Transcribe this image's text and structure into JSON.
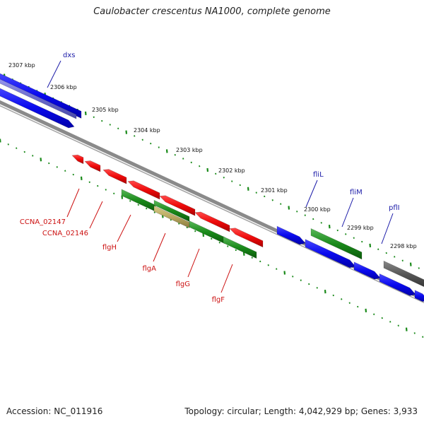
{
  "title": "Caulobacter crescentus NA1000, complete genome",
  "footer": {
    "accession": "Accession: NC_011916",
    "summary": "Topology: circular; Length: 4,042,929 bp; Genes: 3,933"
  },
  "colors": {
    "forward_cds": "#0a0aee",
    "reverse_cds": "#ee0a0a",
    "rna_operon": "#1a8a1a",
    "other": "#555555",
    "backbone": "#8a8a8a",
    "tick": "#1a8a1a",
    "forward_label": "#1a1aa8",
    "reverse_label": "#cc1111"
  },
  "ticks": [
    "2307 kbp",
    "2306 kbp",
    "2305 kbp",
    "2304 kbp",
    "2303 kbp",
    "2302 kbp",
    "2301 kbp",
    "2300 kbp",
    "2299 kbp",
    "2298 kbp"
  ],
  "forward_labels": [
    "dxs",
    "fliL",
    "fliM",
    "pflI"
  ],
  "reverse_labels": [
    "CCNA_02147",
    "CCNA_02146",
    "flgH",
    "flgA",
    "flgG",
    "flgF"
  ]
}
